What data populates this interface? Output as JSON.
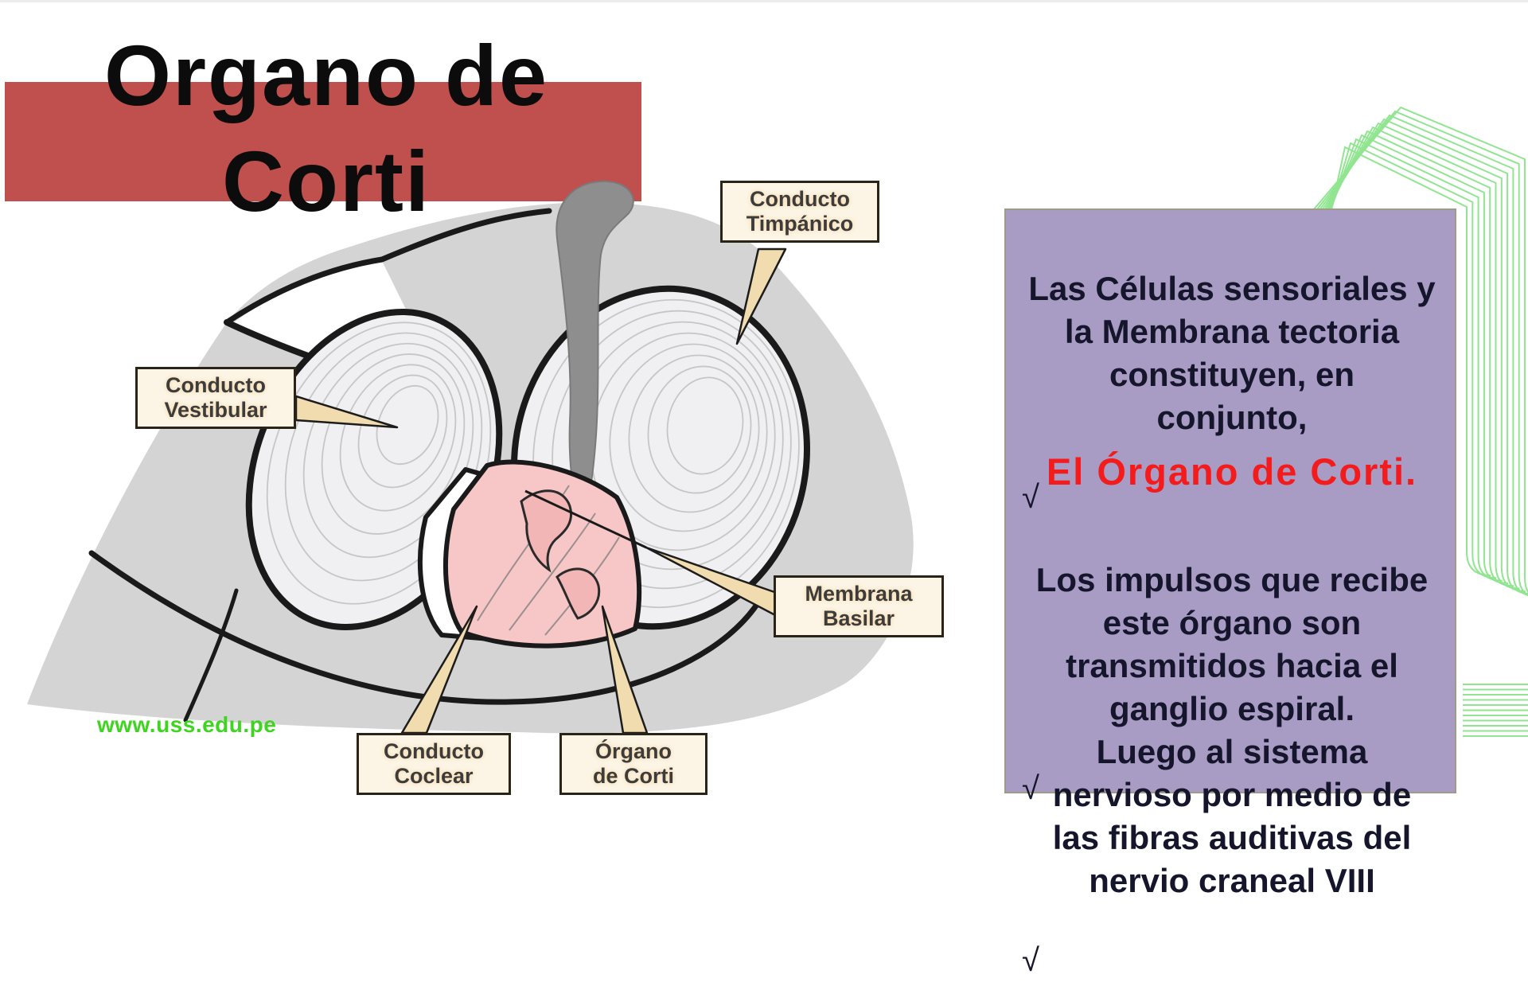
{
  "title": {
    "line1": "Organo de",
    "line2": "Corti"
  },
  "watermark": "www.uss.edu.pe",
  "diagram": {
    "labels": {
      "timpanico": {
        "line1": "Conducto",
        "line2": "Timpánico"
      },
      "vestibular": {
        "line1": "Conducto",
        "line2": "Vestibular"
      },
      "membrana": {
        "line1": "Membrana",
        "line2": "Basilar"
      },
      "coclear": {
        "line1": "Conducto",
        "line2": "Coclear"
      },
      "organo": {
        "line1": "Órgano",
        "line2": "de Corti"
      }
    }
  },
  "panel": {
    "check": "√",
    "b1": {
      "lines": [
        "Las Células sensoriales y",
        "la Membrana tectoria",
        "constituyen, en",
        "conjunto,"
      ]
    },
    "highlight": "El Órgano de Corti.",
    "b2": {
      "lines": [
        "Los impulsos que recibe",
        "este órgano son",
        "transmitidos hacia el",
        "ganglio espiral."
      ]
    },
    "b3": {
      "lines": [
        "Luego al sistema",
        "nervioso por medio de",
        "las fibras auditivas del",
        "nervio craneal VIII"
      ]
    }
  },
  "colors": {
    "banner_red": "#c0504d",
    "panel_purple": "#a89cc4",
    "highlight_red": "#f31b1b",
    "watermark_green": "#3fd41f",
    "decor_green": "#86e386",
    "label_box_bg": "#fcf5e6",
    "body_gray": "#d4d4d4",
    "organ_pink": "#f7c6c6"
  }
}
